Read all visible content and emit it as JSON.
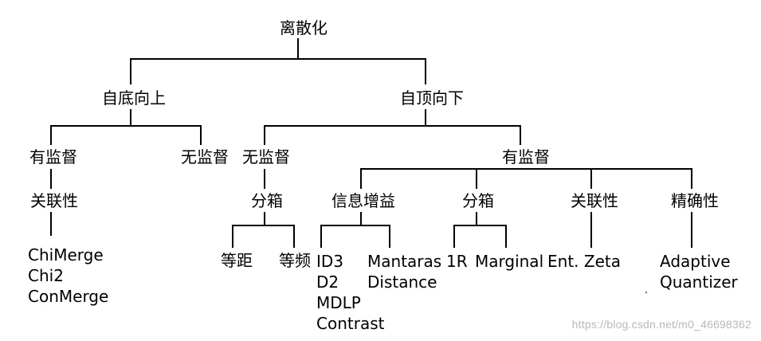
{
  "tree": {
    "root": "离散化",
    "bottom_up": {
      "label": "自底向上",
      "supervised": "有监督",
      "supervised_method": "关联性",
      "supervised_algorithms": [
        "ChiMerge",
        "Chi2",
        "ConMerge"
      ],
      "unsupervised": "无监督"
    },
    "top_down": {
      "label": "自顶向下",
      "unsupervised": "无监督",
      "unsupervised_method": "分箱",
      "binning_types": [
        "等距",
        "等频"
      ],
      "supervised": "有监督",
      "info_gain": "信息增益",
      "info_gain_left": [
        "ID3",
        "D2",
        "MDLP",
        "Contrast"
      ],
      "info_gain_right": [
        "Mantaras",
        "Distance"
      ],
      "binning": "分箱",
      "binning_left": "1R",
      "binning_right": "Marginal",
      "correlation": "关联性",
      "correlation_alg": "Ent. Zeta",
      "precision": "精确性",
      "precision_alg": [
        "Adaptive",
        "Quantizer"
      ]
    }
  },
  "watermark": "https://blog.csdn.net/m0_46698362"
}
